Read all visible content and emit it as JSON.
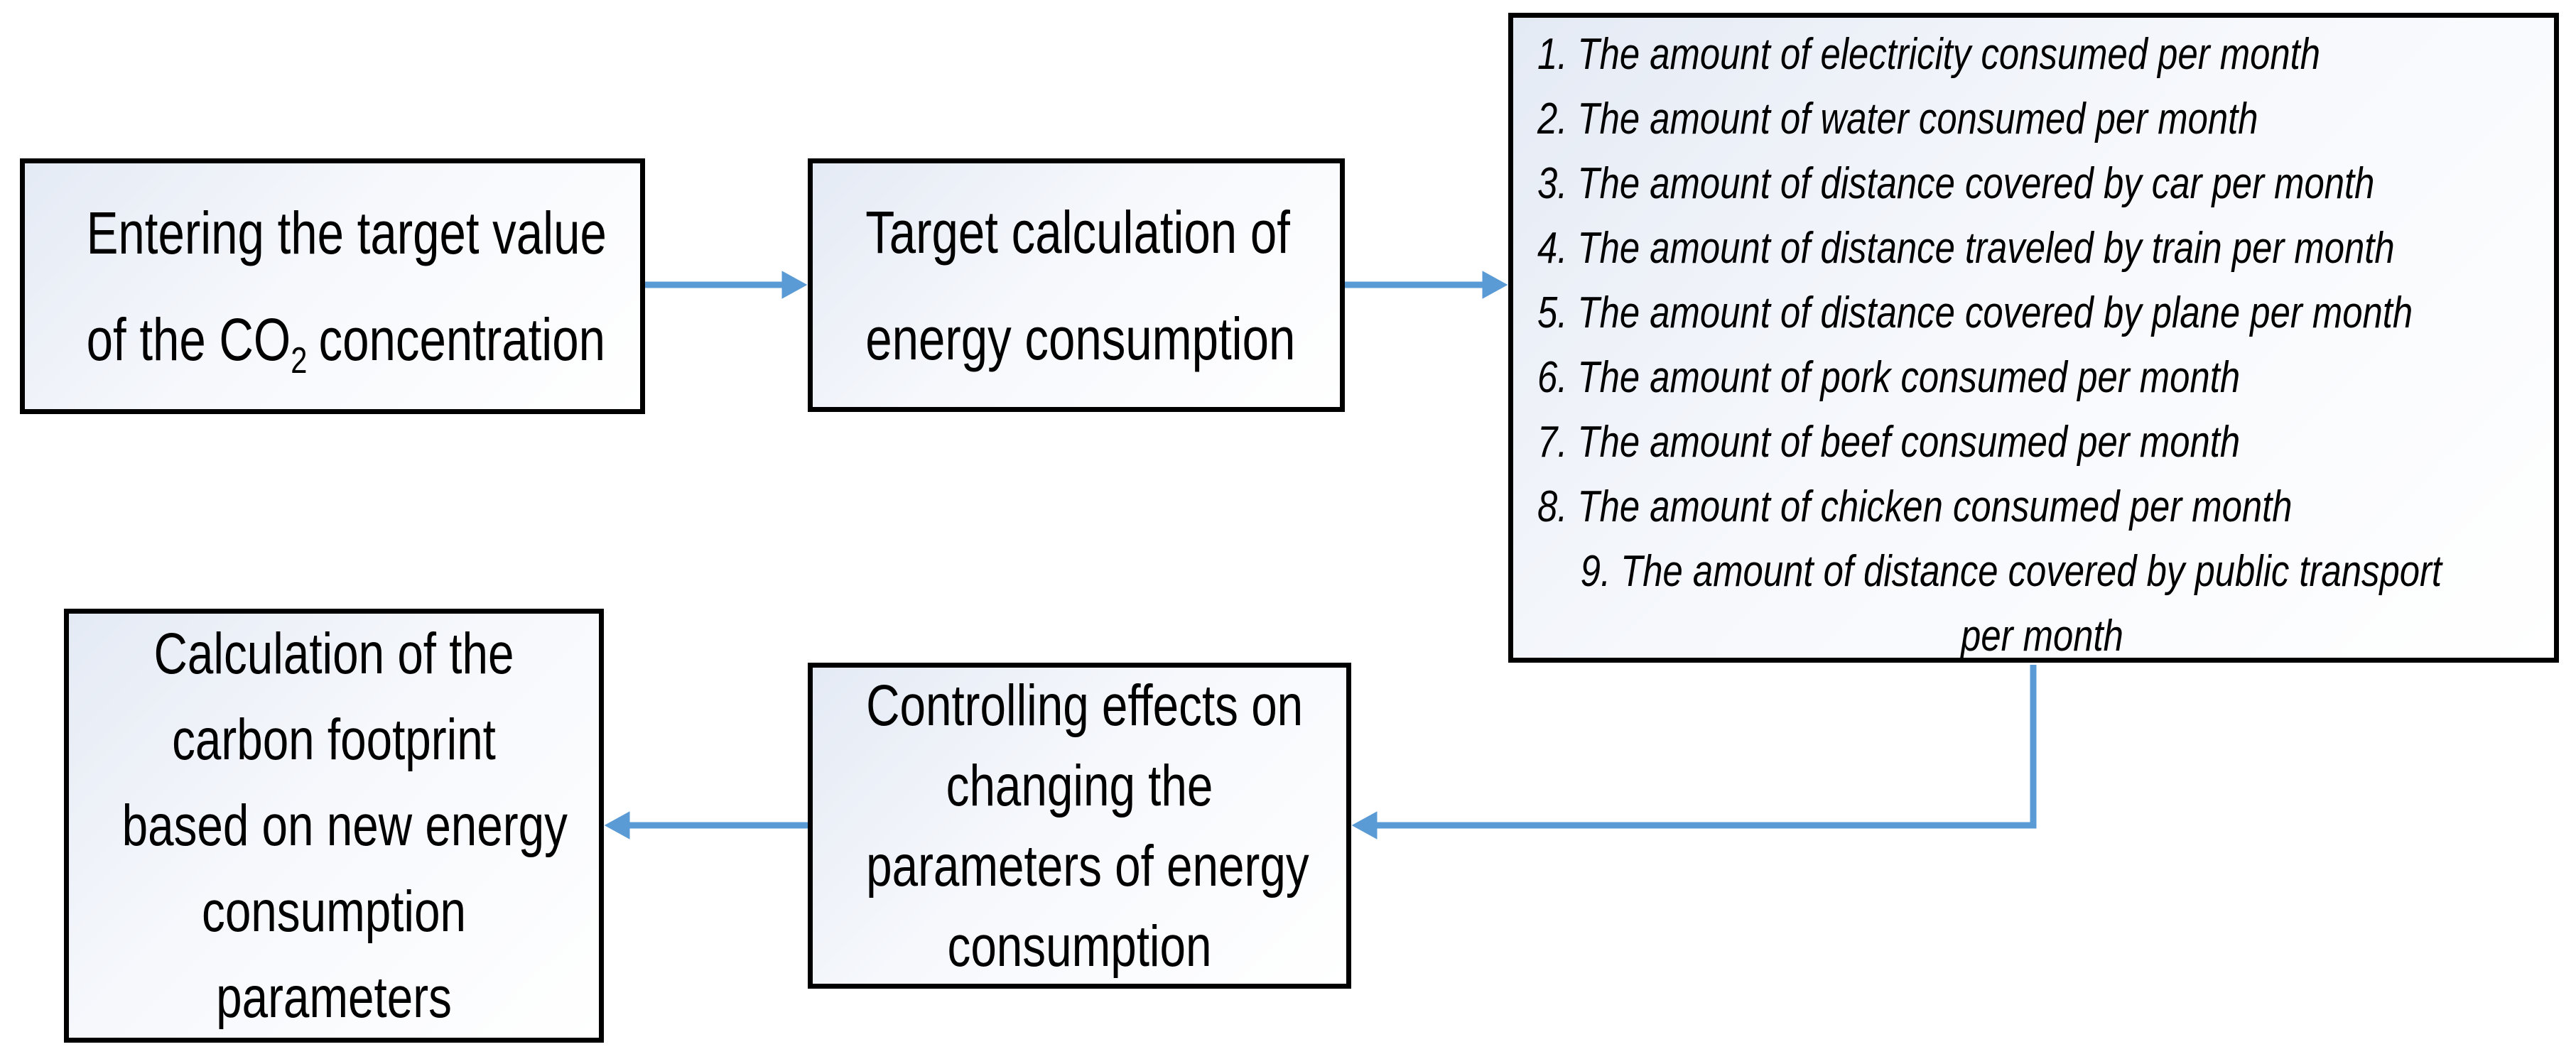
{
  "colors": {
    "arrow": "#5b9bd5",
    "box_border": "#000000",
    "box_fill_start": "#e4eaf4",
    "box_fill_mid": "#f6f8fc",
    "box_fill_end": "#ffffff",
    "text": "#000000",
    "background": "#ffffff"
  },
  "nodes": {
    "enter_target": {
      "line1": "Entering the target value",
      "line2_prefix": "of the CO",
      "subscript": "2",
      "line2_suffix": "concentration"
    },
    "target_calc": {
      "line1": "Target calculation of",
      "line2": "energy consumption"
    },
    "parameters_list": {
      "items": [
        "1. The amount of electricity consumed per month",
        "2. The amount of water consumed per month",
        "3. The amount of distance covered by car per month",
        "4. The amount of distance traveled by train per month",
        "5. The amount of distance covered by plane per month",
        "6. The amount of pork consumed per month",
        "7. The amount of beef consumed per month",
        "8. The amount of chicken consumed per month",
        "9. The amount of distance covered by public transport"
      ],
      "continuation": "per month"
    },
    "controlling": {
      "lines": [
        "Controlling effects on",
        "changing the",
        "parameters of energy",
        "consumption"
      ]
    },
    "carbon_calc": {
      "lines": [
        "Calculation of the",
        "carbon footprint",
        "based on new energy",
        "consumption",
        "parameters"
      ]
    }
  }
}
